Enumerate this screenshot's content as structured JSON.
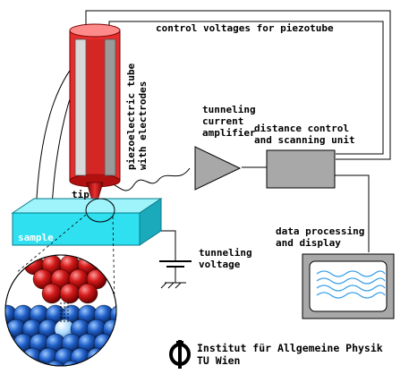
{
  "labels": {
    "control_voltages": "control voltages for piezotube",
    "piezo_line1": "piezoelectric tube",
    "piezo_line2": "with electrodes",
    "amp_line1": "tunneling",
    "amp_line2": "current",
    "amp_line3": "amplifier",
    "dist_line1": "distance control",
    "dist_line2": "and scanning unit",
    "tip": "tip",
    "sample": "sample",
    "tv_line1": "tunneling",
    "tv_line2": "voltage",
    "dp_line1": "data processing",
    "dp_line2": "and display"
  },
  "institute": {
    "line1": "Institut für Allgemeine Physik",
    "line2": "TU Wien"
  },
  "colors": {
    "tube_red": "#e52d2d",
    "electrode_gray": "#aaaaaa",
    "sample_cyan": "#2ee0f0",
    "atom_red": "#d01818",
    "atom_blue": "#1f5fc8",
    "box_gray": "#a8a8a8",
    "screen_blue": "#3aa0e8"
  }
}
